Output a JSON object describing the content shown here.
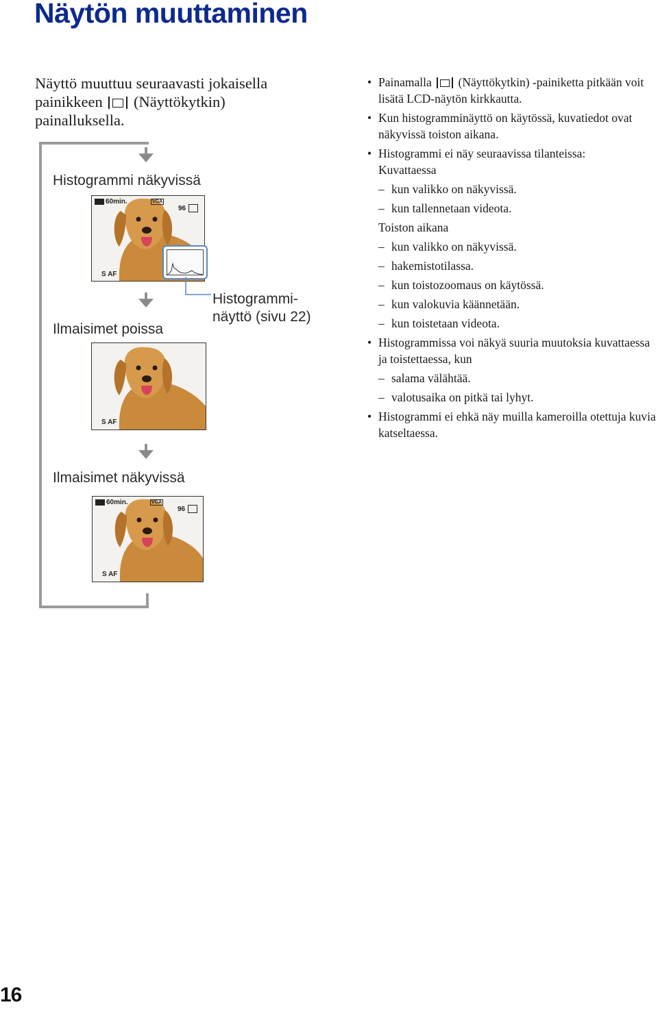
{
  "page": {
    "title": "Näytön muuttaminen",
    "page_number": "16"
  },
  "intro": {
    "before_icon": "Näyttö muuttuu seuraavasti jokaisella painikkeen",
    "after_icon": "(Näyttökytkin) painalluksella.",
    "icon": "display-switch-icon"
  },
  "diagram": {
    "state1_label": "Histogrammi näkyvissä",
    "state2_label": "Ilmaisimet poissa",
    "state3_label": "Ilmaisimet näkyvissä",
    "callout_line1": "Histogrammi-",
    "callout_line2": "näyttö (sivu 22)",
    "indicators": {
      "battery": "60min.",
      "size": "VGA",
      "count": "96",
      "focus": "S AF"
    }
  },
  "notes": {
    "b1_part1": "Painamalla",
    "b1_part2": "(Näyttökytkin) -painiketta pitkään voit lisätä LCD-näytön kirkkautta.",
    "b2": "Kun histogramminäyttö on käytössä, kuvatiedot ovat näkyvissä toiston aikana.",
    "b3": "Histogrammi ei näy seuraavissa tilanteissa:",
    "b3_sub1": "Kuvattaessa",
    "b3_d1": "kun valikko on näkyvissä.",
    "b3_d2": "kun tallennetaan videota.",
    "b3_sub2": "Toiston aikana",
    "b3_d3": "kun valikko on näkyvissä.",
    "b3_d4": "hakemistotilassa.",
    "b3_d5": "kun toistozoomaus on käytössä.",
    "b3_d6": "kun valokuvia käännetään.",
    "b3_d7": "kun toistetaan videota.",
    "b4": "Histogrammissa voi näkyä suuria muutoksia kuvattaessa ja toistettaessa, kun",
    "b4_d1": "salama välähtää.",
    "b4_d2": "valotusaika on pitkä tai lyhyt.",
    "b5": "Histogrammi ei ehkä näy muilla kameroilla otettuja kuvia katseltaessa."
  }
}
